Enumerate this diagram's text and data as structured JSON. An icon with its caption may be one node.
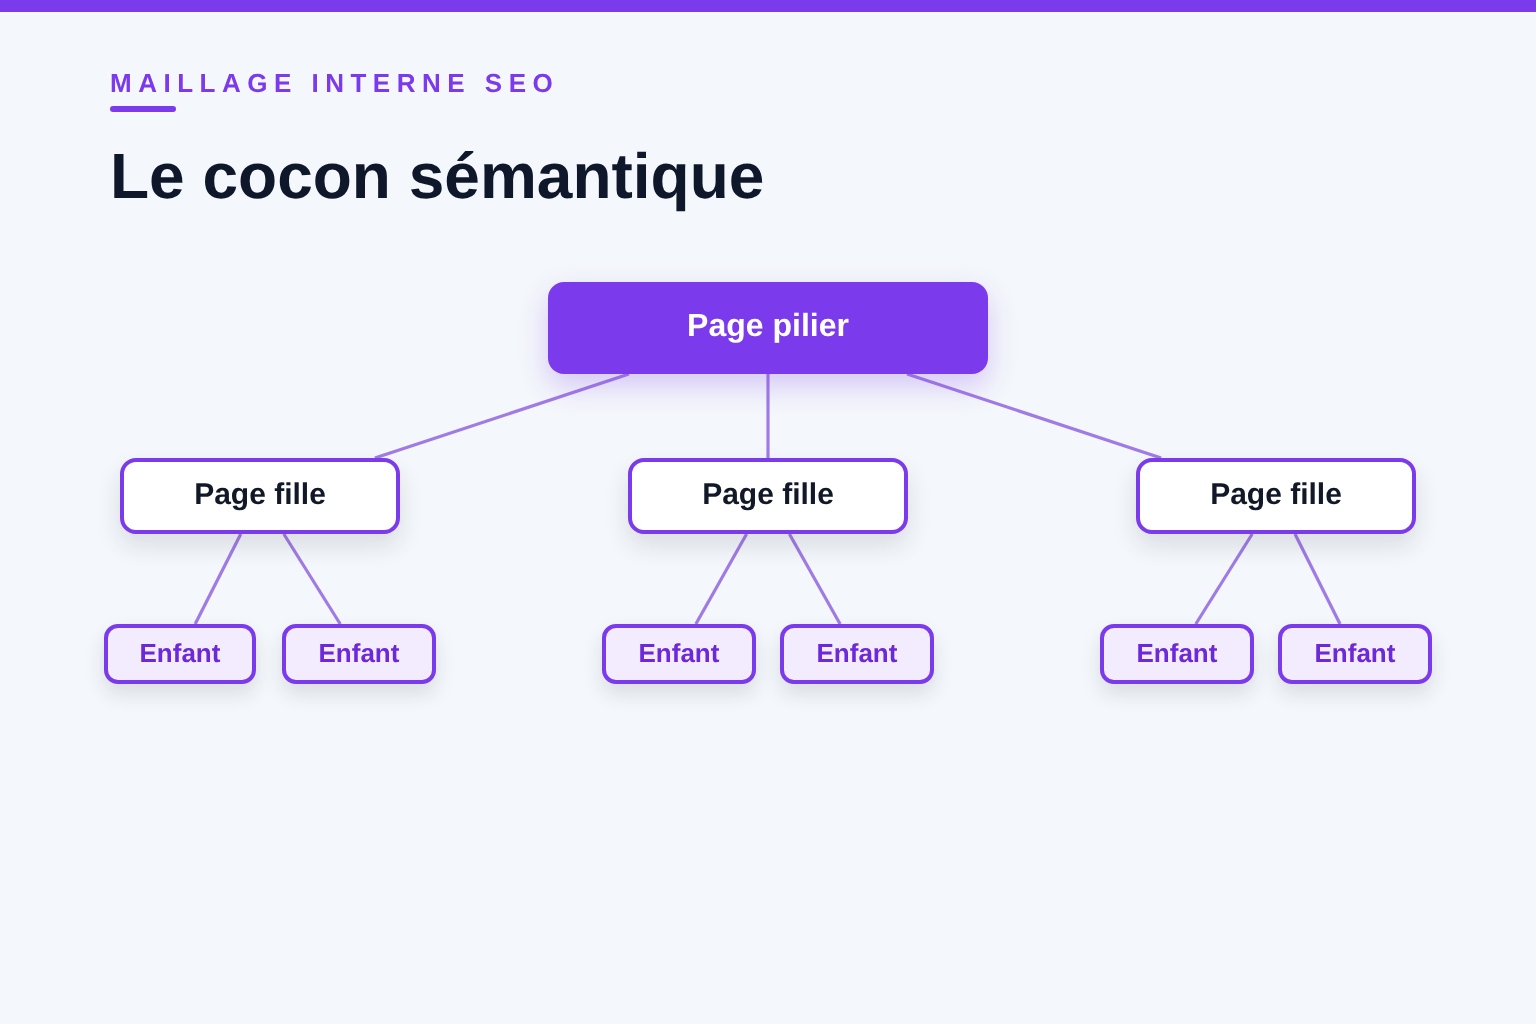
{
  "diagram": {
    "title": "Le cocon sémantique",
    "nodes": [
      {
        "text": [
          "Page pilier"
        ]
      },
      {
        "text": [
          "Page fille"
        ]
      },
      {
        "text": [
          "Page fille"
        ]
      },
      {
        "text": [
          "Page fille"
        ]
      },
      {
        "text": [
          "Enfant"
        ]
      },
      {
        "text": [
          "Enfant"
        ]
      },
      {
        "text": [
          "Enfant"
        ]
      },
      {
        "text": [
          "Enfant"
        ]
      },
      {
        "text": [
          "Enfant"
        ]
      },
      {
        "text": [
          "Enfant"
        ]
      }
    ],
    "edges": [
      {
        "from": 0,
        "to": 1,
        "arrow": "none"
      },
      {
        "from": 0,
        "to": 2,
        "arrow": "none"
      },
      {
        "from": 0,
        "to": 3,
        "arrow": "none"
      },
      {
        "from": 1,
        "to": 4,
        "arrow": "none"
      },
      {
        "from": 1,
        "to": 5,
        "arrow": "none"
      },
      {
        "from": 2,
        "to": 6,
        "arrow": "none"
      },
      {
        "from": 2,
        "to": 7,
        "arrow": "none"
      },
      {
        "from": 3,
        "to": 8,
        "arrow": "none"
      },
      {
        "from": 3,
        "to": 9,
        "arrow": "none"
      }
    ],
    "labels": [
      "MAILLAGE INTERNE SEO"
    ]
  }
}
